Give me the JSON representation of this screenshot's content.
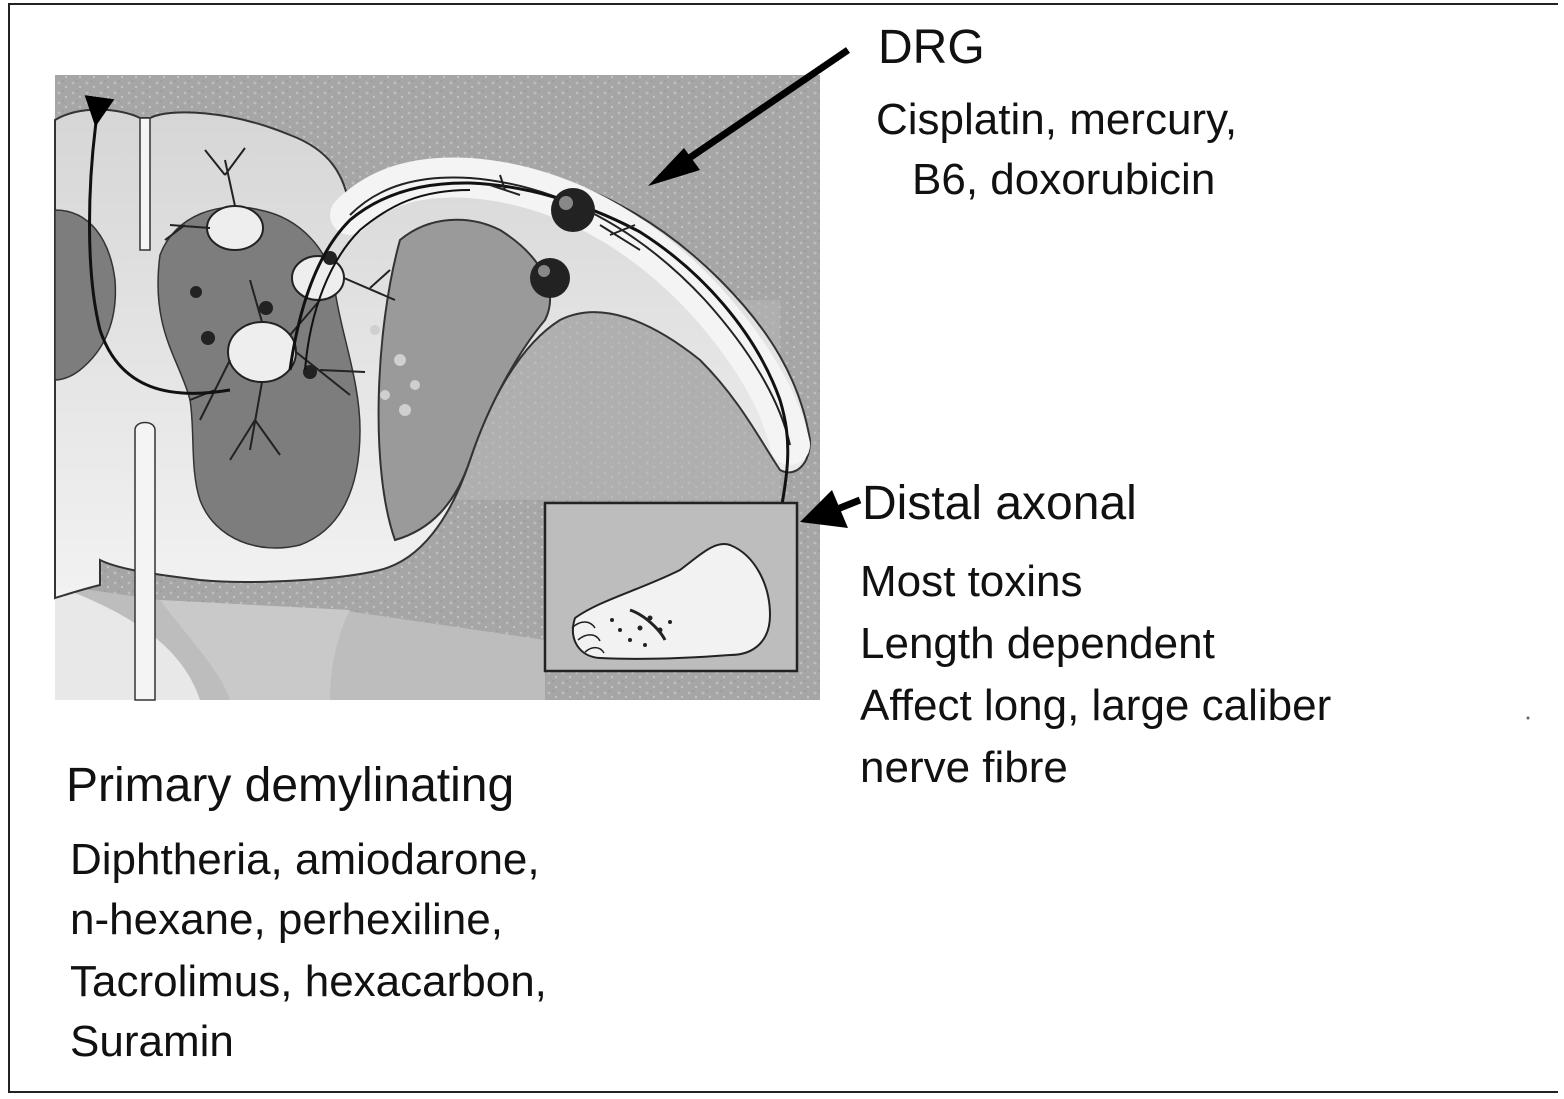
{
  "labels": {
    "drg": {
      "title": "DRG",
      "lines": [
        "Cisplatin, mercury,",
        "B6, doxorubicin"
      ]
    },
    "distal_axonal": {
      "title": "Distal axonal",
      "lines": [
        "Most toxins",
        "Length dependent",
        "Affect long, large caliber",
        "nerve fibre"
      ]
    },
    "primary_demyelinating": {
      "title": "Primary demylinating",
      "lines": [
        "Diphtheria, amiodarone,",
        "n-hexane, perhexiline,",
        "Tacrolimus, hexacarbon,",
        "Suramin"
      ]
    }
  },
  "colors": {
    "background": "#ffffff",
    "text": "#111111",
    "illustration_bg": "#a9a9a9",
    "gray_matter": "#7d7d7d",
    "white_matter": "#e6e6e6"
  }
}
